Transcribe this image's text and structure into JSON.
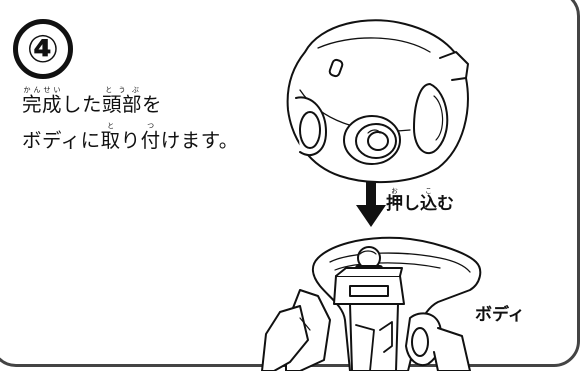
{
  "step": {
    "number": "④"
  },
  "instruction": {
    "line1": [
      {
        "base": "完成",
        "ruby": "かんせい"
      },
      {
        "base": "した"
      },
      {
        "base": "頭部",
        "ruby": "とうぶ"
      },
      {
        "base": "を"
      }
    ],
    "line2": [
      {
        "base": "ボディに"
      },
      {
        "base": "取",
        "ruby": "と"
      },
      {
        "base": "り"
      },
      {
        "base": "付",
        "ruby": "つ"
      },
      {
        "base": "けます。"
      }
    ]
  },
  "push_label": [
    {
      "base": "押",
      "ruby": "お"
    },
    {
      "base": "し"
    },
    {
      "base": "込",
      "ruby": "こ"
    },
    {
      "base": "む"
    }
  ],
  "body_label": "ボディ"
}
